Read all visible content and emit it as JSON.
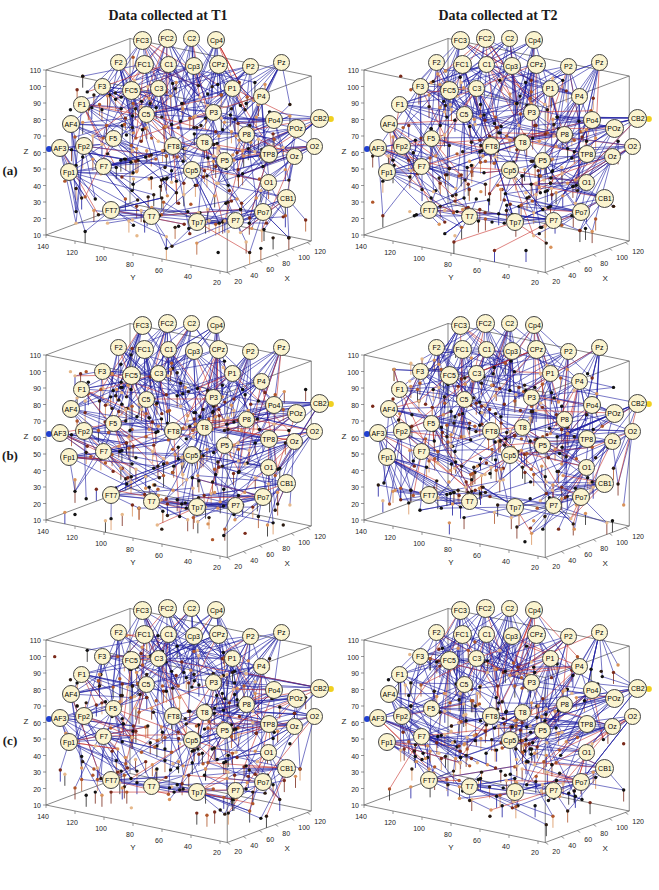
{
  "diagram": {
    "nodes": [
      {
        "text": [
          "FC3"
        ]
      },
      {
        "text": [
          "FC2"
        ]
      },
      {
        "text": [
          "C2"
        ]
      },
      {
        "text": [
          "Cp4"
        ]
      },
      {
        "text": [
          "F2"
        ]
      },
      {
        "text": [
          "FC1"
        ]
      },
      {
        "text": [
          "C1"
        ]
      },
      {
        "text": [
          "Cp3"
        ]
      },
      {
        "text": [
          "CPz"
        ]
      },
      {
        "text": [
          "P2"
        ]
      },
      {
        "text": [
          "Pz"
        ]
      },
      {
        "text": [
          "F3"
        ]
      },
      {
        "text": [
          "F1"
        ]
      },
      {
        "text": [
          "FC5"
        ]
      },
      {
        "text": [
          "C3"
        ]
      },
      {
        "text": [
          "C5"
        ]
      },
      {
        "text": [
          "P1"
        ]
      },
      {
        "text": [
          "P3"
        ]
      },
      {
        "text": [
          "P4"
        ]
      },
      {
        "text": [
          "Po4"
        ]
      },
      {
        "text": [
          "P8"
        ]
      },
      {
        "text": [
          "AF4"
        ]
      },
      {
        "text": [
          "AF3"
        ]
      },
      {
        "text": [
          "Fp2"
        ]
      },
      {
        "text": [
          "F5"
        ]
      },
      {
        "text": [
          "F7"
        ]
      },
      {
        "text": [
          "FT8"
        ]
      },
      {
        "text": [
          "T8"
        ]
      },
      {
        "text": [
          "P5"
        ]
      },
      {
        "text": [
          "TP8"
        ]
      },
      {
        "text": [
          "POz"
        ]
      },
      {
        "text": [
          "Fp1"
        ]
      },
      {
        "text": [
          "Cp5"
        ]
      },
      {
        "text": [
          "O1"
        ]
      },
      {
        "text": [
          "Oz"
        ]
      },
      {
        "text": [
          "O2"
        ]
      },
      {
        "text": [
          "CB2"
        ]
      },
      {
        "text": [
          "CB1"
        ]
      },
      {
        "text": [
          "FT7"
        ]
      },
      {
        "text": [
          "T7"
        ]
      },
      {
        "text": [
          "Tp7"
        ]
      },
      {
        "text": [
          "P7"
        ]
      },
      {
        "text": [
          "Po7"
        ]
      },
      {
        "text": [
          "FC3"
        ]
      },
      {
        "text": [
          "FC2"
        ]
      },
      {
        "text": [
          "C2"
        ]
      },
      {
        "text": [
          "Cp4"
        ]
      },
      {
        "text": [
          "F2"
        ]
      },
      {
        "text": [
          "FC1"
        ]
      },
      {
        "text": [
          "C1"
        ]
      },
      {
        "text": [
          "Cp3"
        ]
      },
      {
        "text": [
          "CPz"
        ]
      },
      {
        "text": [
          "P2"
        ]
      },
      {
        "text": [
          "Pz"
        ]
      },
      {
        "text": [
          "F3"
        ]
      },
      {
        "text": [
          "F1"
        ]
      },
      {
        "text": [
          "FC5"
        ]
      },
      {
        "text": [
          "C3"
        ]
      },
      {
        "text": [
          "C5"
        ]
      },
      {
        "text": [
          "P1"
        ]
      },
      {
        "text": [
          "P3"
        ]
      },
      {
        "text": [
          "P4"
        ]
      },
      {
        "text": [
          "Po4"
        ]
      },
      {
        "text": [
          "P8"
        ]
      },
      {
        "text": [
          "AF4"
        ]
      },
      {
        "text": [
          "AF3"
        ]
      },
      {
        "text": [
          "Fp2"
        ]
      },
      {
        "text": [
          "F5"
        ]
      },
      {
        "text": [
          "F7"
        ]
      },
      {
        "text": [
          "FT8"
        ]
      },
      {
        "text": [
          "T8"
        ]
      },
      {
        "text": [
          "P5"
        ]
      },
      {
        "text": [
          "TP8"
        ]
      },
      {
        "text": [
          "POz"
        ]
      },
      {
        "text": [
          "Fp1"
        ]
      },
      {
        "text": [
          "Cp5"
        ]
      },
      {
        "text": [
          "O1"
        ]
      },
      {
        "text": [
          "Oz"
        ]
      },
      {
        "text": [
          "O2"
        ]
      },
      {
        "text": [
          "CB2"
        ]
      },
      {
        "text": [
          "CB1"
        ]
      },
      {
        "text": [
          "FT7"
        ]
      },
      {
        "text": [
          "T7"
        ]
      },
      {
        "text": [
          "Tp7"
        ]
      },
      {
        "text": [
          "P7"
        ]
      },
      {
        "text": [
          "Po7"
        ]
      },
      {
        "text": [
          "FC3"
        ]
      },
      {
        "text": [
          "FC2"
        ]
      },
      {
        "text": [
          "C2"
        ]
      },
      {
        "text": [
          "Cp4"
        ]
      },
      {
        "text": [
          "F2"
        ]
      },
      {
        "text": [
          "FC1"
        ]
      },
      {
        "text": [
          "C1"
        ]
      },
      {
        "text": [
          "Cp3"
        ]
      },
      {
        "text": [
          "CPz"
        ]
      },
      {
        "text": [
          "P2"
        ]
      },
      {
        "text": [
          "Pz"
        ]
      },
      {
        "text": [
          "F3"
        ]
      },
      {
        "text": [
          "F1"
        ]
      },
      {
        "text": [
          "FC5"
        ]
      },
      {
        "text": [
          "C3"
        ]
      },
      {
        "text": [
          "C5"
        ]
      },
      {
        "text": [
          "P1"
        ]
      },
      {
        "text": [
          "P3"
        ]
      },
      {
        "text": [
          "P4"
        ]
      },
      {
        "text": [
          "Po4"
        ]
      },
      {
        "text": [
          "P8"
        ]
      },
      {
        "text": [
          "AF4"
        ]
      },
      {
        "text": [
          "AF3"
        ]
      },
      {
        "text": [
          "Fp2"
        ]
      },
      {
        "text": [
          "F5"
        ]
      },
      {
        "text": [
          "F7"
        ]
      },
      {
        "text": [
          "FT8"
        ]
      },
      {
        "text": [
          "T8"
        ]
      },
      {
        "text": [
          "P5"
        ]
      },
      {
        "text": [
          "TP8"
        ]
      },
      {
        "text": [
          "POz"
        ]
      },
      {
        "text": [
          "Fp1"
        ]
      },
      {
        "text": [
          "Cp5"
        ]
      },
      {
        "text": [
          "O1"
        ]
      },
      {
        "text": [
          "Oz"
        ]
      },
      {
        "text": [
          "O2"
        ]
      },
      {
        "text": [
          "CB2"
        ]
      },
      {
        "text": [
          "CB1"
        ]
      },
      {
        "text": [
          "FT7"
        ]
      },
      {
        "text": [
          "T7"
        ]
      },
      {
        "text": [
          "Tp7"
        ]
      },
      {
        "text": [
          "P7"
        ]
      },
      {
        "text": [
          "Po7"
        ]
      },
      {
        "text": [
          "FC3"
        ]
      },
      {
        "text": [
          "FC2"
        ]
      },
      {
        "text": [
          "C2"
        ]
      },
      {
        "text": [
          "Cp4"
        ]
      },
      {
        "text": [
          "F2"
        ]
      },
      {
        "text": [
          "FC1"
        ]
      },
      {
        "text": [
          "C1"
        ]
      },
      {
        "text": [
          "Cp3"
        ]
      },
      {
        "text": [
          "CPz"
        ]
      },
      {
        "text": [
          "P2"
        ]
      },
      {
        "text": [
          "Pz"
        ]
      },
      {
        "text": [
          "F3"
        ]
      },
      {
        "text": [
          "F1"
        ]
      },
      {
        "text": [
          "FC5"
        ]
      },
      {
        "text": [
          "C3"
        ]
      },
      {
        "text": [
          "C5"
        ]
      },
      {
        "text": [
          "P1"
        ]
      },
      {
        "text": [
          "P3"
        ]
      },
      {
        "text": [
          "P4"
        ]
      },
      {
        "text": [
          "Po4"
        ]
      },
      {
        "text": [
          "P8"
        ]
      },
      {
        "text": [
          "AF4"
        ]
      },
      {
        "text": [
          "AF3"
        ]
      },
      {
        "text": [
          "Fp2"
        ]
      },
      {
        "text": [
          "F5"
        ]
      },
      {
        "text": [
          "F7"
        ]
      },
      {
        "text": [
          "FT8"
        ]
      },
      {
        "text": [
          "T8"
        ]
      },
      {
        "text": [
          "P5"
        ]
      },
      {
        "text": [
          "TP8"
        ]
      },
      {
        "text": [
          "POz"
        ]
      },
      {
        "text": [
          "Fp1"
        ]
      },
      {
        "text": [
          "Cp5"
        ]
      },
      {
        "text": [
          "O1"
        ]
      },
      {
        "text": [
          "Oz"
        ]
      },
      {
        "text": [
          "O2"
        ]
      },
      {
        "text": [
          "CB2"
        ]
      },
      {
        "text": [
          "CB1"
        ]
      },
      {
        "text": [
          "FT7"
        ]
      },
      {
        "text": [
          "T7"
        ]
      },
      {
        "text": [
          "Tp7"
        ]
      },
      {
        "text": [
          "P7"
        ]
      },
      {
        "text": [
          "Po7"
        ]
      },
      {
        "text": [
          "FC3"
        ]
      },
      {
        "text": [
          "FC2"
        ]
      },
      {
        "text": [
          "C2"
        ]
      },
      {
        "text": [
          "Cp4"
        ]
      },
      {
        "text": [
          "F2"
        ]
      },
      {
        "text": [
          "FC1"
        ]
      },
      {
        "text": [
          "C1"
        ]
      },
      {
        "text": [
          "Cp3"
        ]
      },
      {
        "text": [
          "CPz"
        ]
      },
      {
        "text": [
          "P2"
        ]
      },
      {
        "text": [
          "Pz"
        ]
      },
      {
        "text": [
          "F3"
        ]
      },
      {
        "text": [
          "F1"
        ]
      },
      {
        "text": [
          "FC5"
        ]
      },
      {
        "text": [
          "C3"
        ]
      },
      {
        "text": [
          "C5"
        ]
      },
      {
        "text": [
          "P1"
        ]
      },
      {
        "text": [
          "P3"
        ]
      },
      {
        "text": [
          "P4"
        ]
      },
      {
        "text": [
          "Po4"
        ]
      },
      {
        "text": [
          "P8"
        ]
      },
      {
        "text": [
          "AF4"
        ]
      },
      {
        "text": [
          "AF3"
        ]
      },
      {
        "text": [
          "Fp2"
        ]
      },
      {
        "text": [
          "F5"
        ]
      },
      {
        "text": [
          "F7"
        ]
      },
      {
        "text": [
          "FT8"
        ]
      },
      {
        "text": [
          "T8"
        ]
      },
      {
        "text": [
          "P5"
        ]
      },
      {
        "text": [
          "TP8"
        ]
      },
      {
        "text": [
          "POz"
        ]
      },
      {
        "text": [
          "Fp1"
        ]
      },
      {
        "text": [
          "Cp5"
        ]
      },
      {
        "text": [
          "O1"
        ]
      },
      {
        "text": [
          "Oz"
        ]
      },
      {
        "text": [
          "O2"
        ]
      },
      {
        "text": [
          "CB2"
        ]
      },
      {
        "text": [
          "CB1"
        ]
      },
      {
        "text": [
          "FT7"
        ]
      },
      {
        "text": [
          "T7"
        ]
      },
      {
        "text": [
          "Tp7"
        ]
      },
      {
        "text": [
          "P7"
        ]
      },
      {
        "text": [
          "Po7"
        ]
      },
      {
        "text": [
          "FC3"
        ]
      },
      {
        "text": [
          "FC2"
        ]
      },
      {
        "text": [
          "C2"
        ]
      },
      {
        "text": [
          "Cp4"
        ]
      },
      {
        "text": [
          "F2"
        ]
      },
      {
        "text": [
          "FC1"
        ]
      },
      {
        "text": [
          "C1"
        ]
      },
      {
        "text": [
          "Cp3"
        ]
      },
      {
        "text": [
          "CPz"
        ]
      },
      {
        "text": [
          "P2"
        ]
      },
      {
        "text": [
          "Pz"
        ]
      },
      {
        "text": [
          "F3"
        ]
      },
      {
        "text": [
          "F1"
        ]
      },
      {
        "text": [
          "FC5"
        ]
      },
      {
        "text": [
          "C3"
        ]
      },
      {
        "text": [
          "C5"
        ]
      },
      {
        "text": [
          "P1"
        ]
      },
      {
        "text": [
          "P3"
        ]
      },
      {
        "text": [
          "P4"
        ]
      },
      {
        "text": [
          "Po4"
        ]
      },
      {
        "text": [
          "P8"
        ]
      },
      {
        "text": [
          "AF4"
        ]
      },
      {
        "text": [
          "AF3"
        ]
      },
      {
        "text": [
          "Fp2"
        ]
      },
      {
        "text": [
          "F5"
        ]
      },
      {
        "text": [
          "F7"
        ]
      },
      {
        "text": [
          "FT8"
        ]
      },
      {
        "text": [
          "T8"
        ]
      },
      {
        "text": [
          "P5"
        ]
      },
      {
        "text": [
          "TP8"
        ]
      },
      {
        "text": [
          "POz"
        ]
      },
      {
        "text": [
          "Fp1"
        ]
      },
      {
        "text": [
          "Cp5"
        ]
      },
      {
        "text": [
          "O1"
        ]
      },
      {
        "text": [
          "Oz"
        ]
      },
      {
        "text": [
          "O2"
        ]
      },
      {
        "text": [
          "CB2"
        ]
      },
      {
        "text": [
          "CB1"
        ]
      },
      {
        "text": [
          "FT7"
        ]
      },
      {
        "text": [
          "T7"
        ]
      },
      {
        "text": [
          "Tp7"
        ]
      },
      {
        "text": [
          "P7"
        ]
      },
      {
        "text": [
          "Po7"
        ]
      }
    ],
    "labels": [
      "Data collected at T1",
      "Data collected at T2",
      "(a)",
      "(b)",
      "(c)",
      "110",
      "100",
      "90",
      "80",
      "70",
      "60",
      "50",
      "40",
      "30",
      "20",
      "10",
      "Z",
      "140",
      "120",
      "100",
      "80",
      "60",
      "40",
      "20",
      "Y",
      "20",
      "40",
      "60",
      "80",
      "100",
      "120",
      "X",
      "110",
      "100",
      "90",
      "80",
      "70",
      "60",
      "50",
      "40",
      "30",
      "20",
      "10",
      "Z",
      "140",
      "120",
      "100",
      "80",
      "60",
      "40",
      "20",
      "Y",
      "20",
      "40",
      "60",
      "80",
      "100",
      "120",
      "X",
      "110",
      "100",
      "90",
      "80",
      "70",
      "60",
      "50",
      "40",
      "30",
      "20",
      "10",
      "Z",
      "140",
      "120",
      "100",
      "80",
      "60",
      "40",
      "20",
      "Y",
      "20",
      "40",
      "60",
      "80",
      "100",
      "120",
      "X",
      "110",
      "100",
      "90",
      "80",
      "70",
      "60",
      "50",
      "40",
      "30",
      "20",
      "10",
      "Z",
      "140",
      "120",
      "100",
      "80",
      "60",
      "40",
      "20",
      "Y",
      "20",
      "40",
      "60",
      "80",
      "100",
      "120",
      "X",
      "110",
      "100",
      "90",
      "80",
      "70",
      "60",
      "50",
      "40",
      "30",
      "20",
      "10",
      "Z",
      "140",
      "120",
      "100",
      "80",
      "60",
      "40",
      "20",
      "Y",
      "20",
      "40",
      "60",
      "80",
      "100",
      "120",
      "X",
      "110",
      "100",
      "90",
      "80",
      "70",
      "60",
      "50",
      "40",
      "30",
      "20",
      "10",
      "Z",
      "140",
      "120",
      "100",
      "80",
      "60",
      "40",
      "20",
      "Y",
      "20",
      "40",
      "60",
      "80",
      "100",
      "120",
      "X"
    ]
  }
}
